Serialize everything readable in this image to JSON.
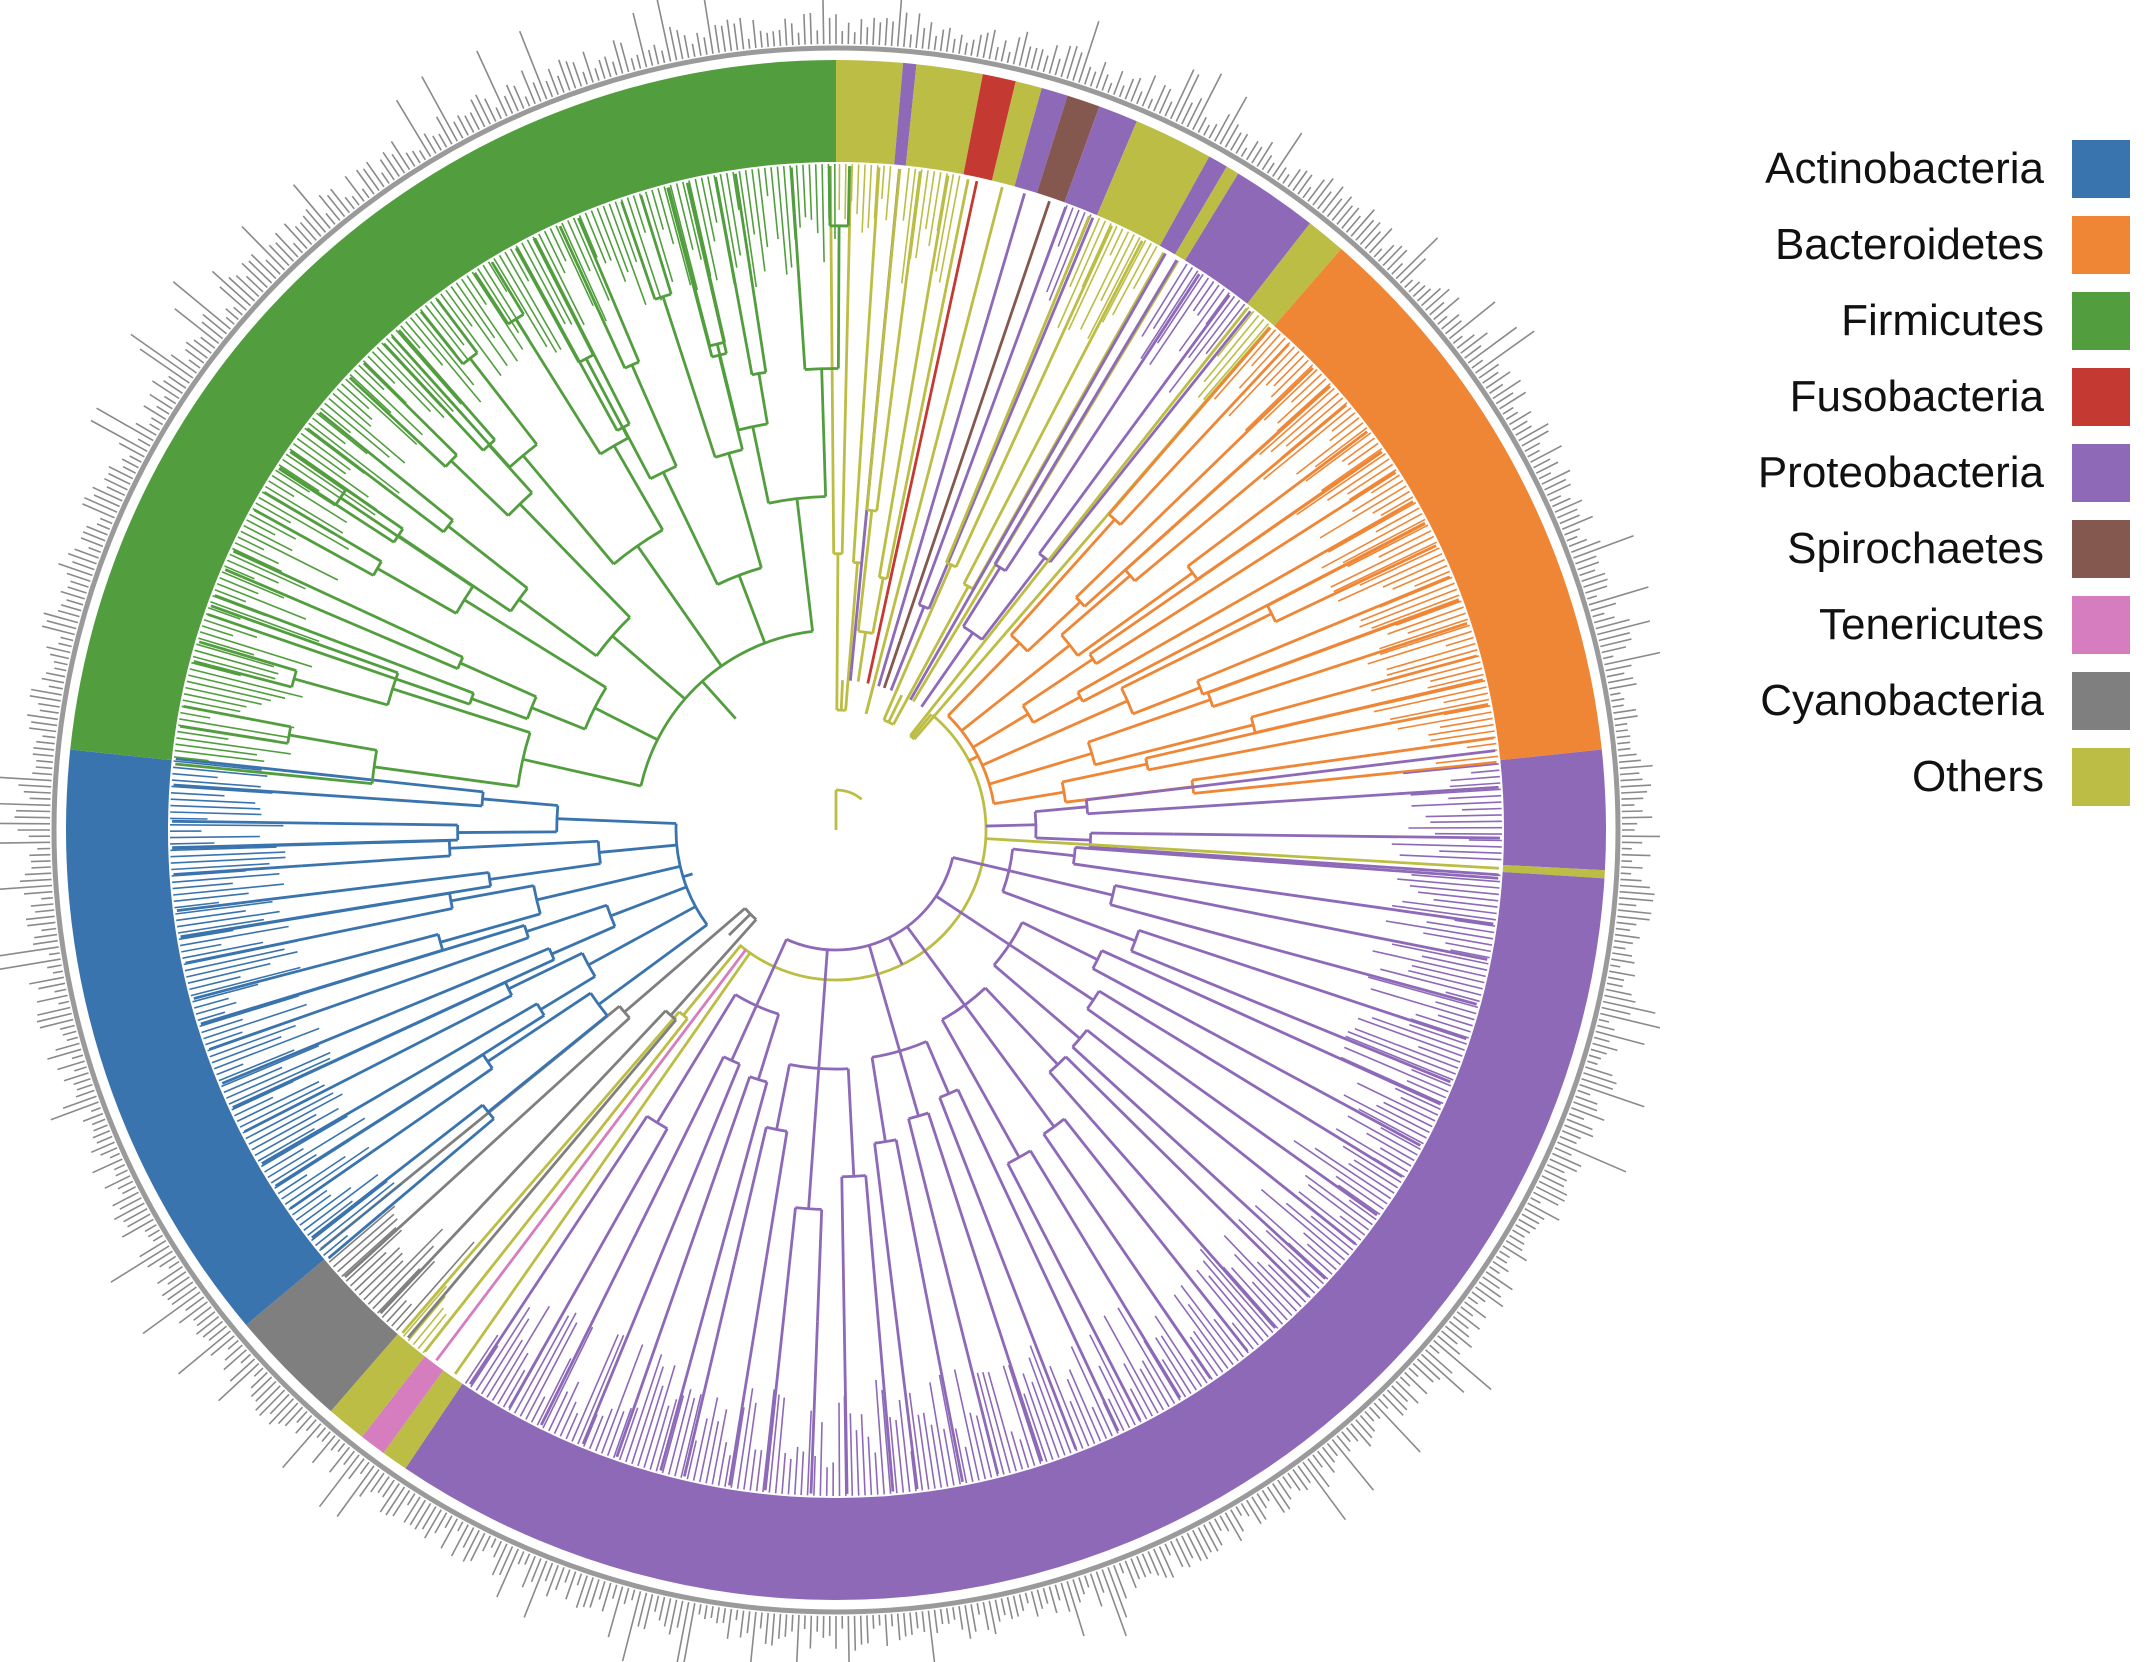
{
  "legend": {
    "items": [
      {
        "label": "Actinobacteria",
        "color": "#3a74ae"
      },
      {
        "label": "Bacteroidetes",
        "color": "#ef8636"
      },
      {
        "label": "Firmicutes",
        "color": "#529e3f"
      },
      {
        "label": "Fusobacteria",
        "color": "#c43932"
      },
      {
        "label": "Proteobacteria",
        "color": "#8d69b8"
      },
      {
        "label": "Spirochaetes",
        "color": "#84584e"
      },
      {
        "label": "Tenericutes",
        "color": "#d57dbf"
      },
      {
        "label": "Cyanobacteria",
        "color": "#7f7f7f"
      },
      {
        "label": "Others",
        "color": "#bcbd45"
      }
    ]
  },
  "tree": {
    "layout": "circular",
    "root_color": "#bcbd45",
    "clades": [
      {
        "group": "Others",
        "start_deg": 0,
        "end_deg": 5
      },
      {
        "group": "Proteobacteria",
        "start_deg": 5,
        "end_deg": 6
      },
      {
        "group": "Others",
        "start_deg": 6,
        "end_deg": 11
      },
      {
        "group": "Fusobacteria",
        "start_deg": 11,
        "end_deg": 13.5
      },
      {
        "group": "Others",
        "start_deg": 13.5,
        "end_deg": 15.5
      },
      {
        "group": "Proteobacteria",
        "start_deg": 15.5,
        "end_deg": 17.5
      },
      {
        "group": "Spirochaetes",
        "start_deg": 17.5,
        "end_deg": 20
      },
      {
        "group": "Proteobacteria",
        "start_deg": 20,
        "end_deg": 23
      },
      {
        "group": "Others",
        "start_deg": 23,
        "end_deg": 29
      },
      {
        "group": "Proteobacteria",
        "start_deg": 29,
        "end_deg": 30.5
      },
      {
        "group": "Others",
        "start_deg": 30.5,
        "end_deg": 31.5
      },
      {
        "group": "Proteobacteria",
        "start_deg": 31.5,
        "end_deg": 38
      },
      {
        "group": "Others",
        "start_deg": 38,
        "end_deg": 41
      },
      {
        "group": "Bacteroidetes",
        "start_deg": 41,
        "end_deg": 84
      },
      {
        "group": "Proteobacteria",
        "start_deg": 84,
        "end_deg": 93
      },
      {
        "group": "Others",
        "start_deg": 93,
        "end_deg": 93.6
      },
      {
        "group": "Proteobacteria",
        "start_deg": 93.6,
        "end_deg": 214
      },
      {
        "group": "Others",
        "start_deg": 214,
        "end_deg": 216
      },
      {
        "group": "Tenericutes",
        "start_deg": 216,
        "end_deg": 218
      },
      {
        "group": "Others",
        "start_deg": 218,
        "end_deg": 221
      },
      {
        "group": "Cyanobacteria",
        "start_deg": 221,
        "end_deg": 230
      },
      {
        "group": "Actinobacteria",
        "start_deg": 230,
        "end_deg": 276
      },
      {
        "group": "Firmicutes",
        "start_deg": 276,
        "end_deg": 360
      }
    ]
  }
}
